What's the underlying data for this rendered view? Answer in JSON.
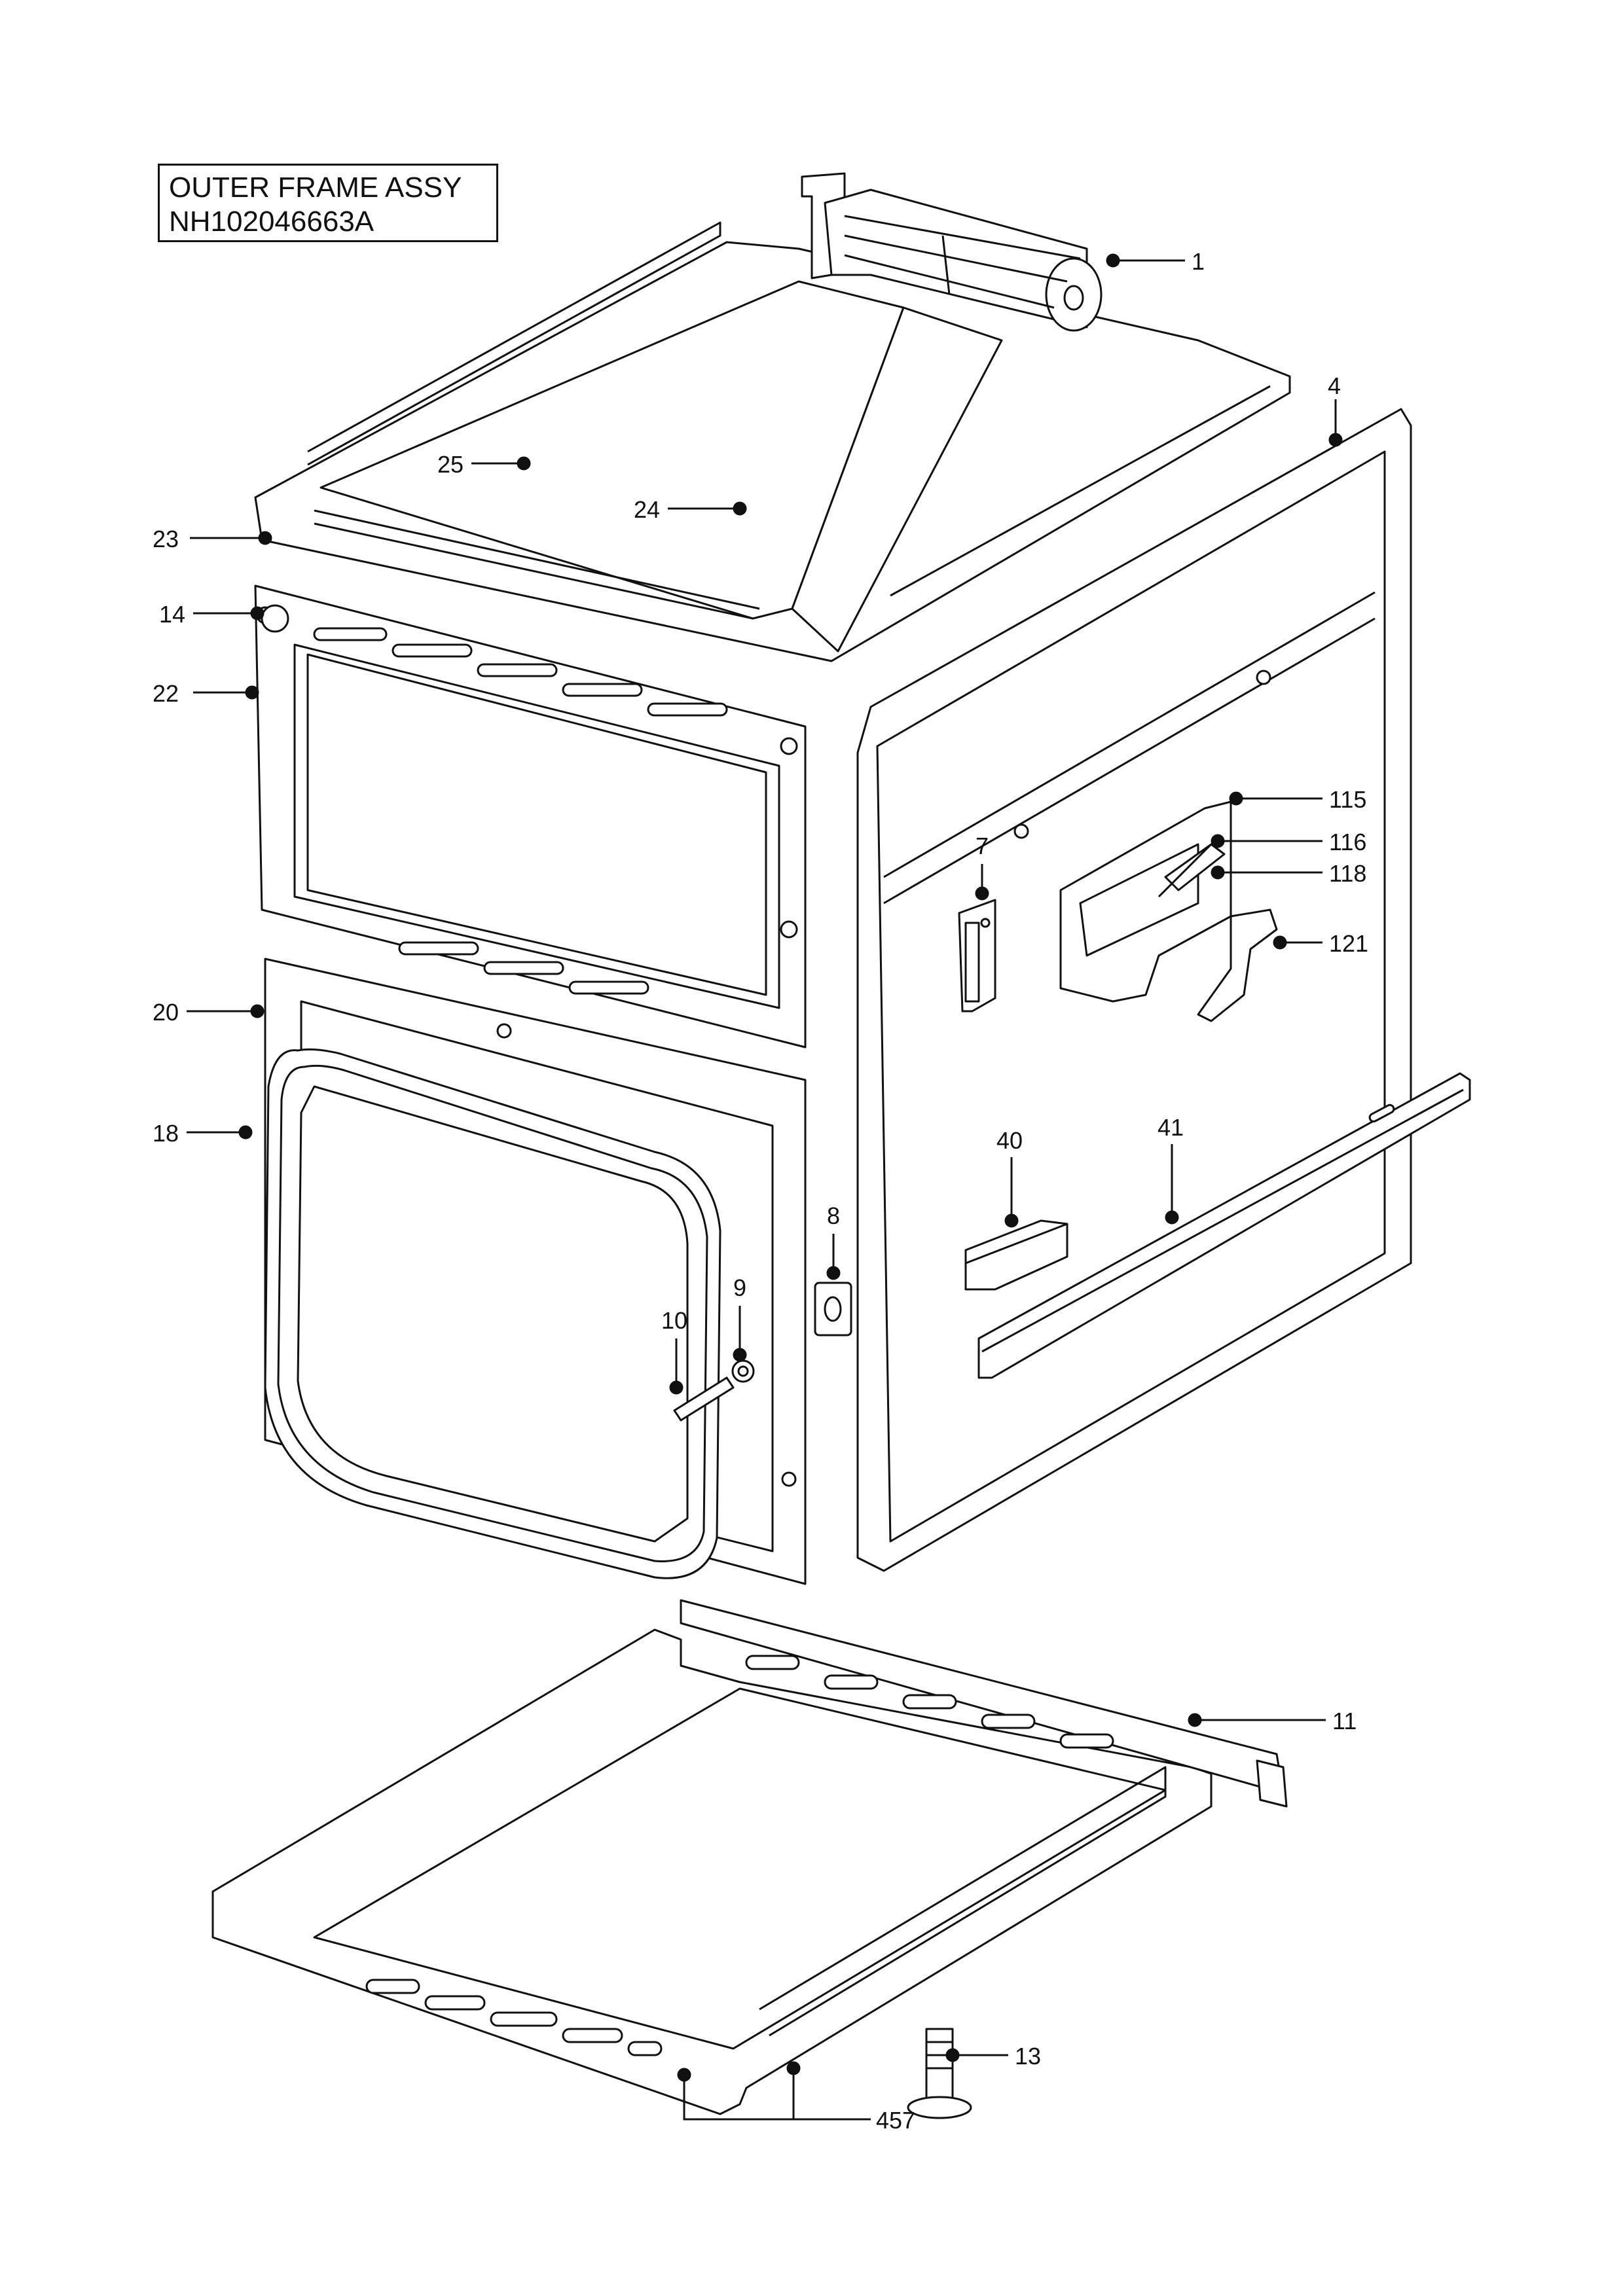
{
  "title_block": {
    "assembly_name": "OUTER FRAME ASSY",
    "part_number": "NH102046663A"
  },
  "callouts": [
    {
      "id": "c1",
      "label": "1"
    },
    {
      "id": "c4",
      "label": "4"
    },
    {
      "id": "c7",
      "label": "7"
    },
    {
      "id": "c8",
      "label": "8"
    },
    {
      "id": "c9",
      "label": "9"
    },
    {
      "id": "c10",
      "label": "10"
    },
    {
      "id": "c11",
      "label": "11"
    },
    {
      "id": "c13",
      "label": "13"
    },
    {
      "id": "c14",
      "label": "14"
    },
    {
      "id": "c18",
      "label": "18"
    },
    {
      "id": "c20",
      "label": "20"
    },
    {
      "id": "c22",
      "label": "22"
    },
    {
      "id": "c23",
      "label": "23"
    },
    {
      "id": "c24",
      "label": "24"
    },
    {
      "id": "c25",
      "label": "25"
    },
    {
      "id": "c40",
      "label": "40"
    },
    {
      "id": "c41",
      "label": "41"
    },
    {
      "id": "c115",
      "label": "115"
    },
    {
      "id": "c116",
      "label": "116"
    },
    {
      "id": "c118",
      "label": "118"
    },
    {
      "id": "c121",
      "label": "121"
    },
    {
      "id": "c457",
      "label": "457"
    }
  ],
  "style": {
    "line_color": "#111111",
    "panel_fill": "#ffffff"
  }
}
